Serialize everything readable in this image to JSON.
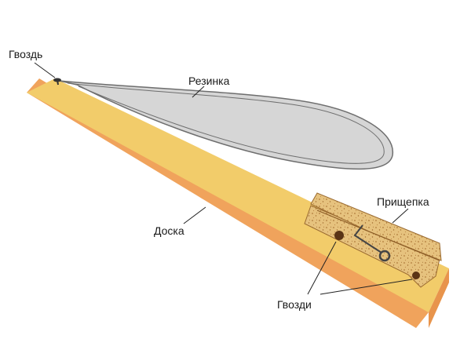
{
  "labels": {
    "nail": "Гвоздь",
    "rubber_band": "Резинка",
    "board": "Доска",
    "clothespin": "Прищепка",
    "nails": "Гвозди"
  },
  "colors": {
    "board_top": "#f2cc6a",
    "board_side": "#f0a35c",
    "board_end": "#e8944c",
    "band_fill": "#d6d6d6",
    "band_stroke": "#6e6e6e",
    "clothespin": "#e6c27e",
    "clothespin_speck": "#b07a3a",
    "spring": "#444444",
    "nail": "#333333",
    "leader": "#222222"
  }
}
